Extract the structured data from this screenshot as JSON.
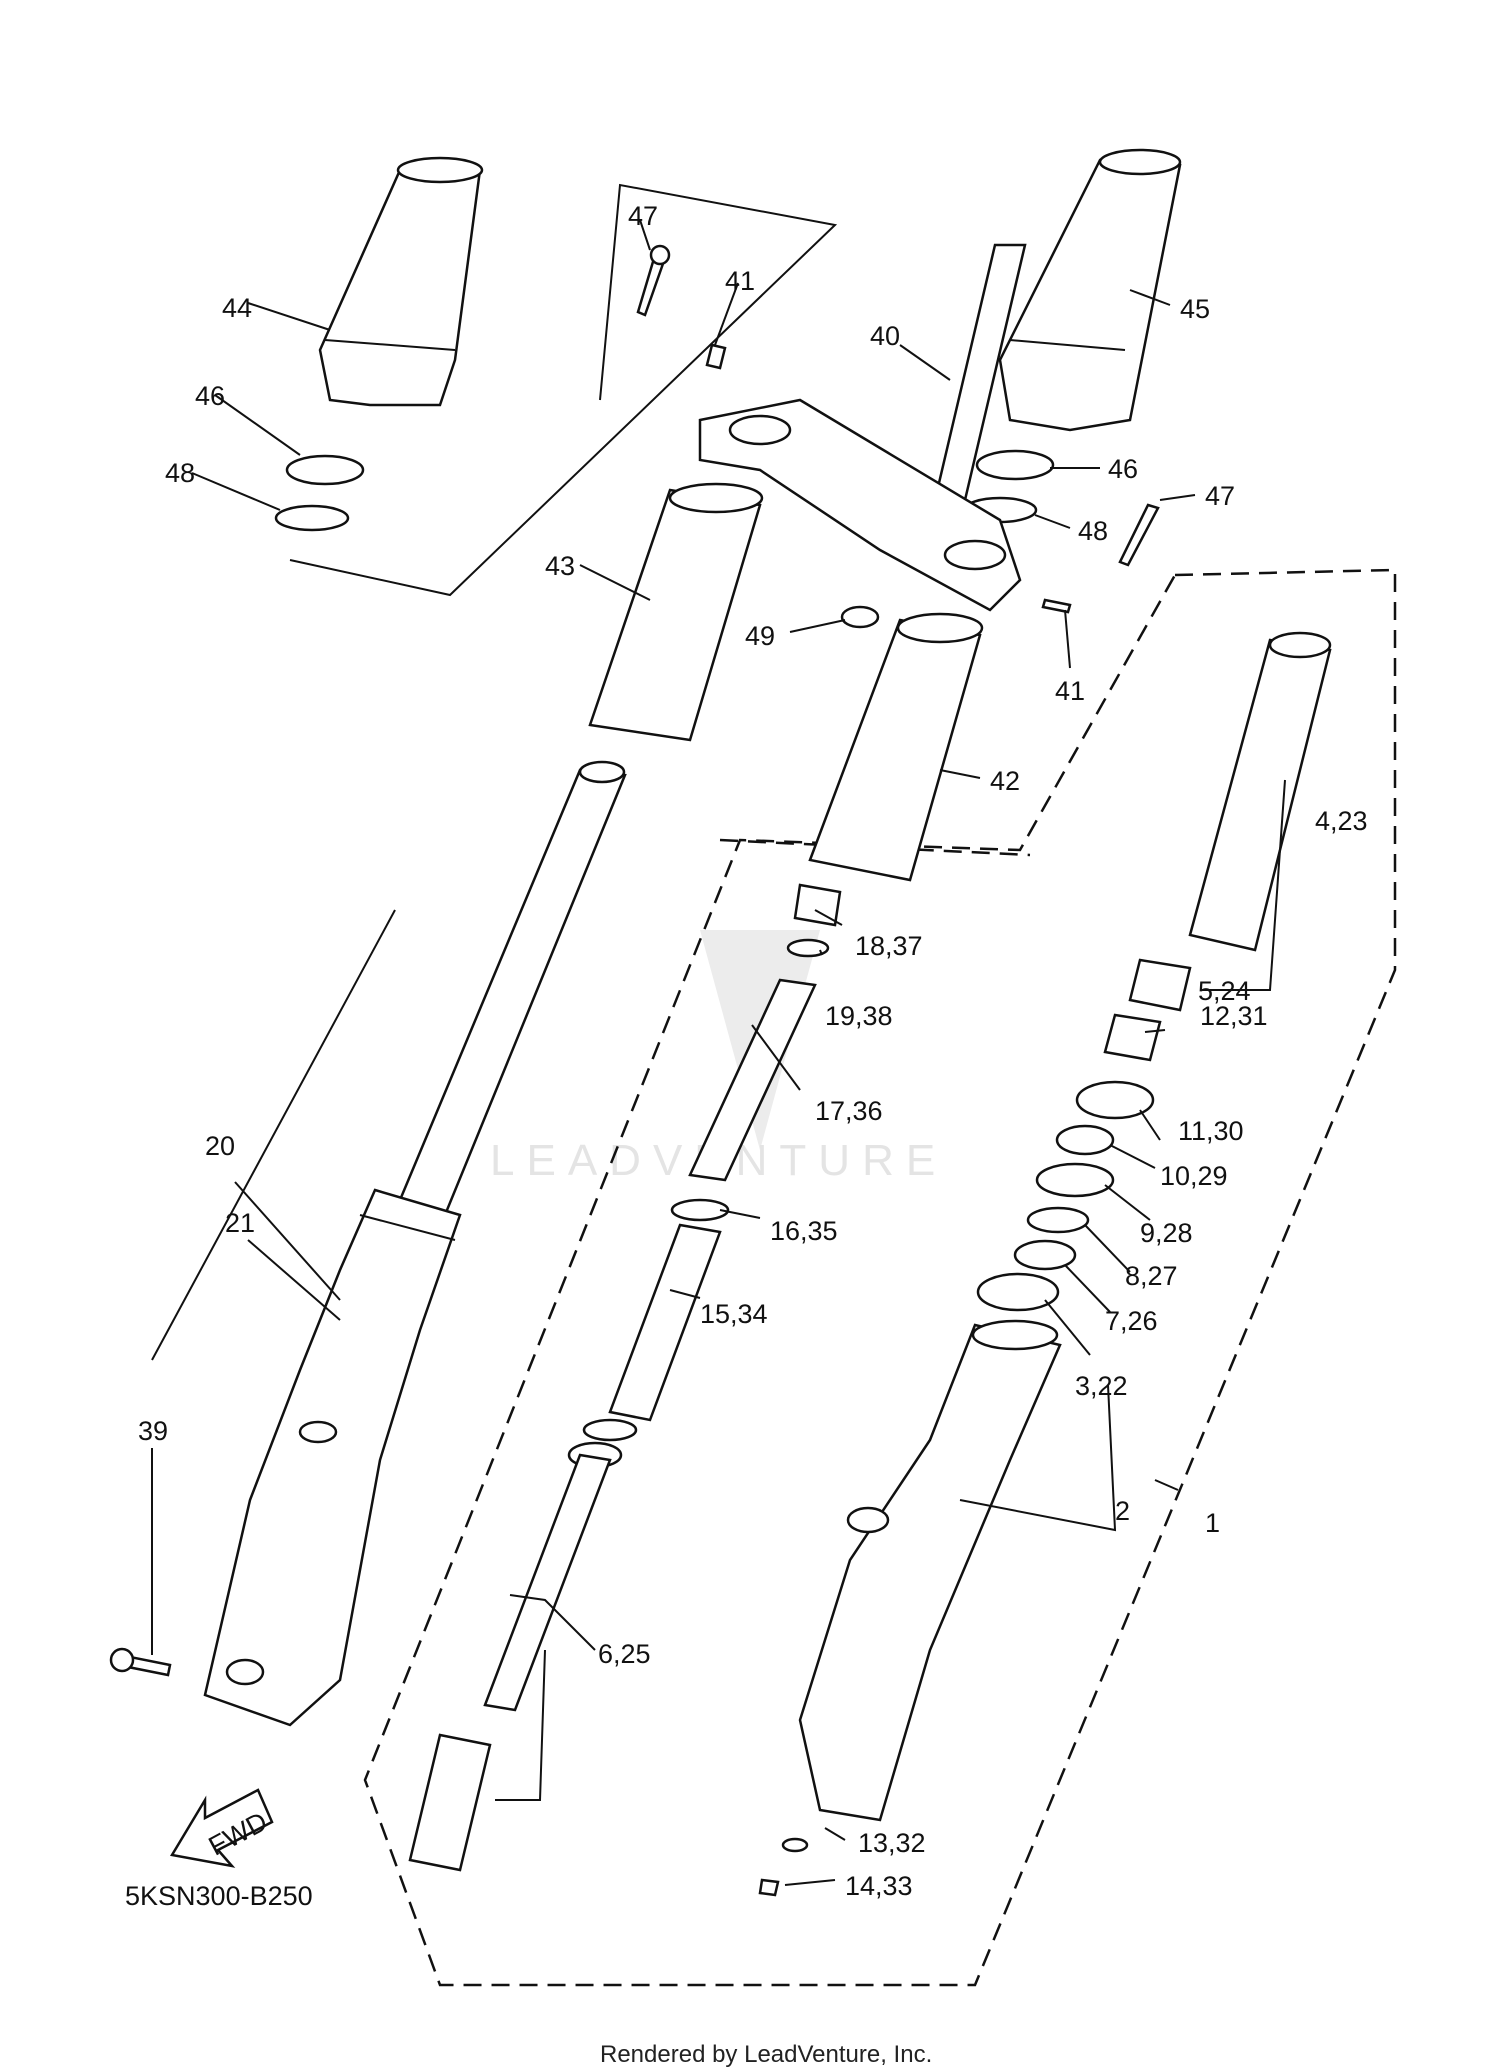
{
  "diagram_code": "5KSN300-B250",
  "footer": "Rendered by LeadVenture, Inc.",
  "watermark": "LEADVENTURE",
  "fwd_label": "FWD",
  "callouts": {
    "c1": "1",
    "c2": "2",
    "c3": "3,22",
    "c4": "4,23",
    "c5": "5,24",
    "c6": "6,25",
    "c7": "7,26",
    "c8": "8,27",
    "c9": "9,28",
    "c10": "10,29",
    "c11": "11,30",
    "c12": "12,31",
    "c13": "13,32",
    "c14": "14,33",
    "c15": "15,34",
    "c16": "16,35",
    "c17": "17,36",
    "c18": "18,37",
    "c19": "19,38",
    "c20": "20",
    "c21": "21",
    "c39": "39",
    "c40": "40",
    "c41a": "41",
    "c41b": "41",
    "c42": "42",
    "c43": "43",
    "c44": "44",
    "c45": "45",
    "c46a": "46",
    "c46b": "46",
    "c47a": "47",
    "c47b": "47",
    "c48a": "48",
    "c48b": "48",
    "c49": "49"
  }
}
